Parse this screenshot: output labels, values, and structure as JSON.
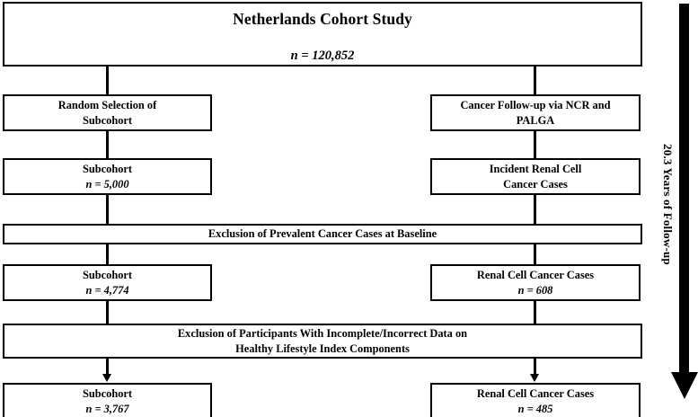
{
  "figure": {
    "type": "flow-diagram",
    "title": "Netherlands Cohort Study",
    "title_n": "n = 120,852",
    "follow_up_label": "20.3 Years of Follow-up"
  },
  "nodes": {
    "random_selection": {
      "label": "Random Selection of",
      "label2": "Subcohort"
    },
    "cancer_followup": {
      "label": "Cancer Follow-up via NCR and",
      "label2": "PALGA"
    },
    "subcohort_5000": {
      "label": "Subcohort",
      "n": "n = 5,000"
    },
    "incident_rcc": {
      "label": "Incident Renal Cell",
      "label2": "Cancer Cases"
    },
    "exclusion_prevalent": {
      "label": "Exclusion of Prevalent Cancer Cases at Baseline"
    },
    "subcohort_4774": {
      "label": "Subcohort",
      "n": "n = 4,774"
    },
    "rcc_608": {
      "label": "Renal Cell Cancer Cases",
      "n": "n = 608"
    },
    "exclusion_incomplete": {
      "label": "Exclusion of Participants With Incomplete/Incorrect Data on",
      "label2": "Healthy Lifestyle Index Components"
    },
    "subcohort_3767": {
      "label": "Subcohort",
      "n": "n = 3,767"
    },
    "rcc_485": {
      "label": "Renal Cell Cancer Cases",
      "n": "n = 485"
    }
  },
  "colors": {
    "stroke": "#000000",
    "fill": "#ffffff",
    "text": "#000000"
  }
}
